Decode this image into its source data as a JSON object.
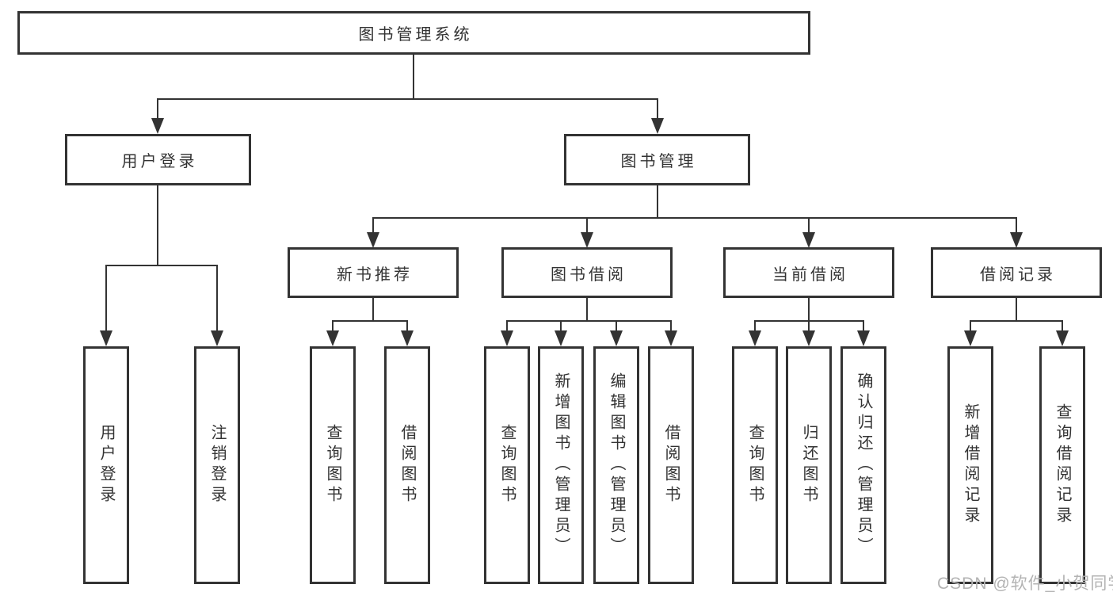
{
  "colors": {
    "line": "#333333",
    "text": "#333333",
    "box_fill": "#ffffff",
    "background": "#ffffff",
    "watermark": "#b3b3b3"
  },
  "diagram": {
    "type": "tree",
    "root": {
      "label": "图书管理系统"
    },
    "branches": [
      {
        "label": "用户登录",
        "children": [
          {
            "label": "用户登录"
          },
          {
            "label": "注销登录"
          }
        ]
      },
      {
        "label": "图书管理",
        "children": [
          {
            "label": "新书推荐",
            "children": [
              {
                "label": "查询图书"
              },
              {
                "label": "借阅图书"
              }
            ]
          },
          {
            "label": "图书借阅",
            "children": [
              {
                "label": "查询图书"
              },
              {
                "label": "新增图书（管理员）"
              },
              {
                "label": "编辑图书（管理员）"
              },
              {
                "label": "借阅图书"
              }
            ]
          },
          {
            "label": "当前借阅",
            "children": [
              {
                "label": "查询图书"
              },
              {
                "label": "归还图书"
              },
              {
                "label": "确认归还（管理员）"
              }
            ]
          },
          {
            "label": "借阅记录",
            "children": [
              {
                "label": "新增借阅记录"
              },
              {
                "label": "查询借阅记录"
              }
            ]
          }
        ]
      }
    ]
  },
  "watermark": {
    "text": "CSDN @软件_小贺同学"
  }
}
